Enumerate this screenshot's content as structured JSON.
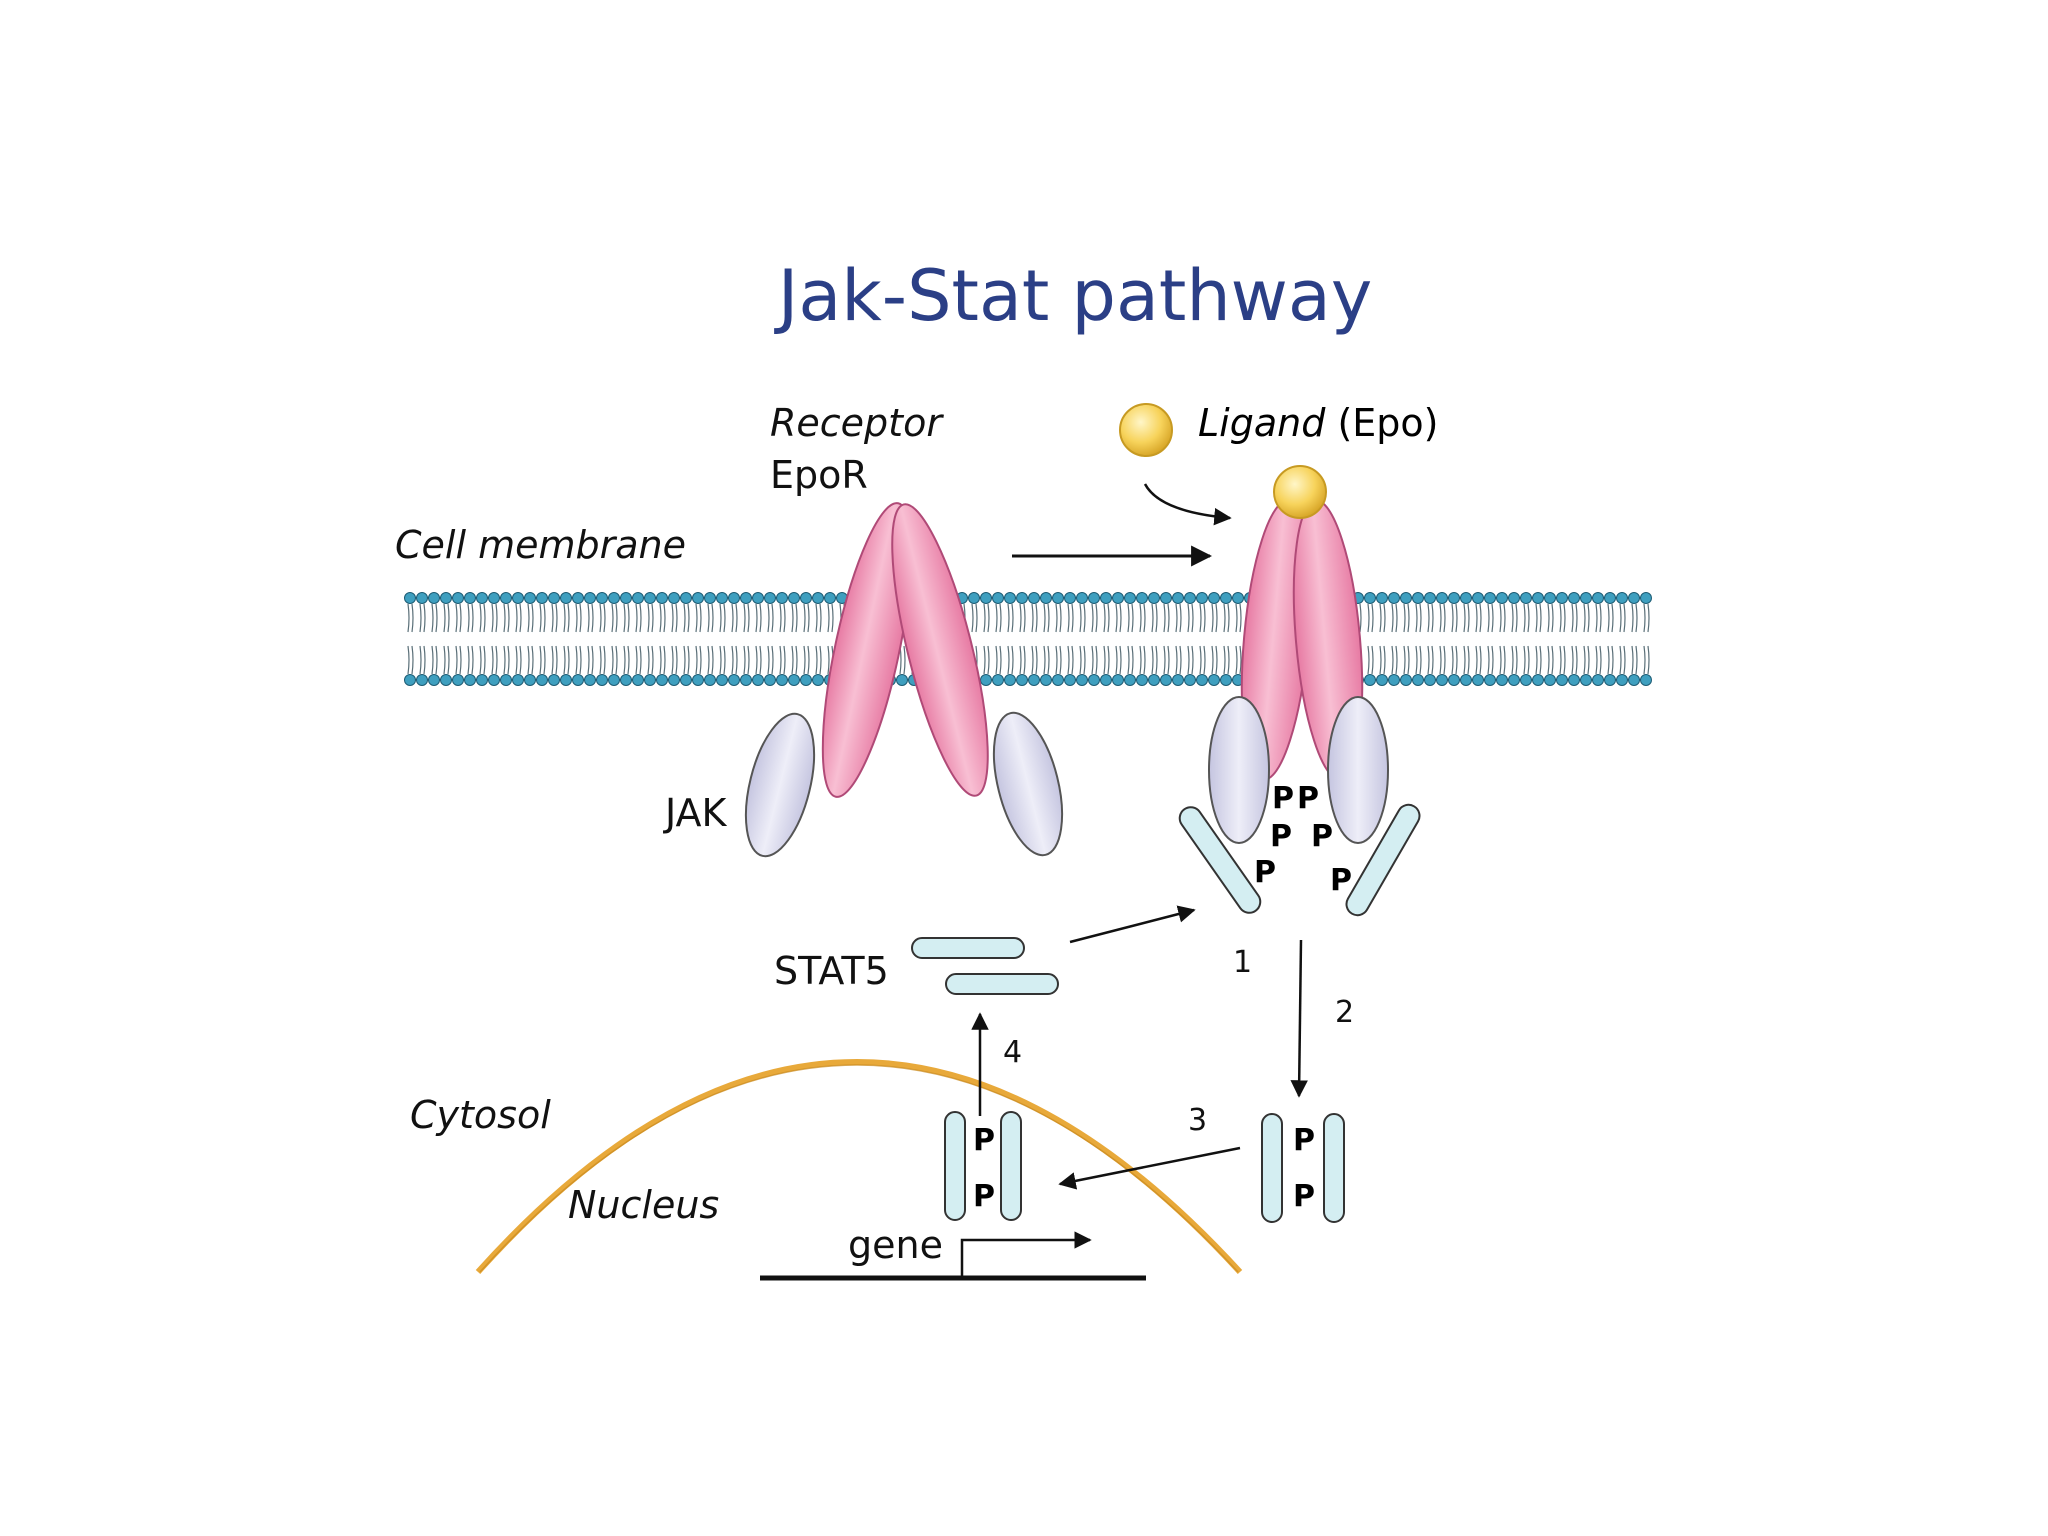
{
  "title": "Jak-Stat pathway",
  "labels": {
    "receptor": "Receptor",
    "receptor_name": "EpoR",
    "ligand": "Ligand",
    "ligand_name": "(Epo)",
    "membrane": "Cell membrane",
    "jak": "JAK",
    "stat": "STAT5",
    "cytosol": "Cytosol",
    "nucleus": "Nucleus",
    "gene": "gene",
    "phospho": "P"
  },
  "steps": [
    "1",
    "2",
    "3",
    "4"
  ],
  "colors": {
    "title": "#2b3f86",
    "receptor": "#f4a9c4",
    "jak": "#dcdcef",
    "stat": "#d4eef2",
    "ligand": "#f7d35b",
    "lipid_head": "#3f9fbf",
    "nuclear_envelope": "#e8a93a"
  }
}
